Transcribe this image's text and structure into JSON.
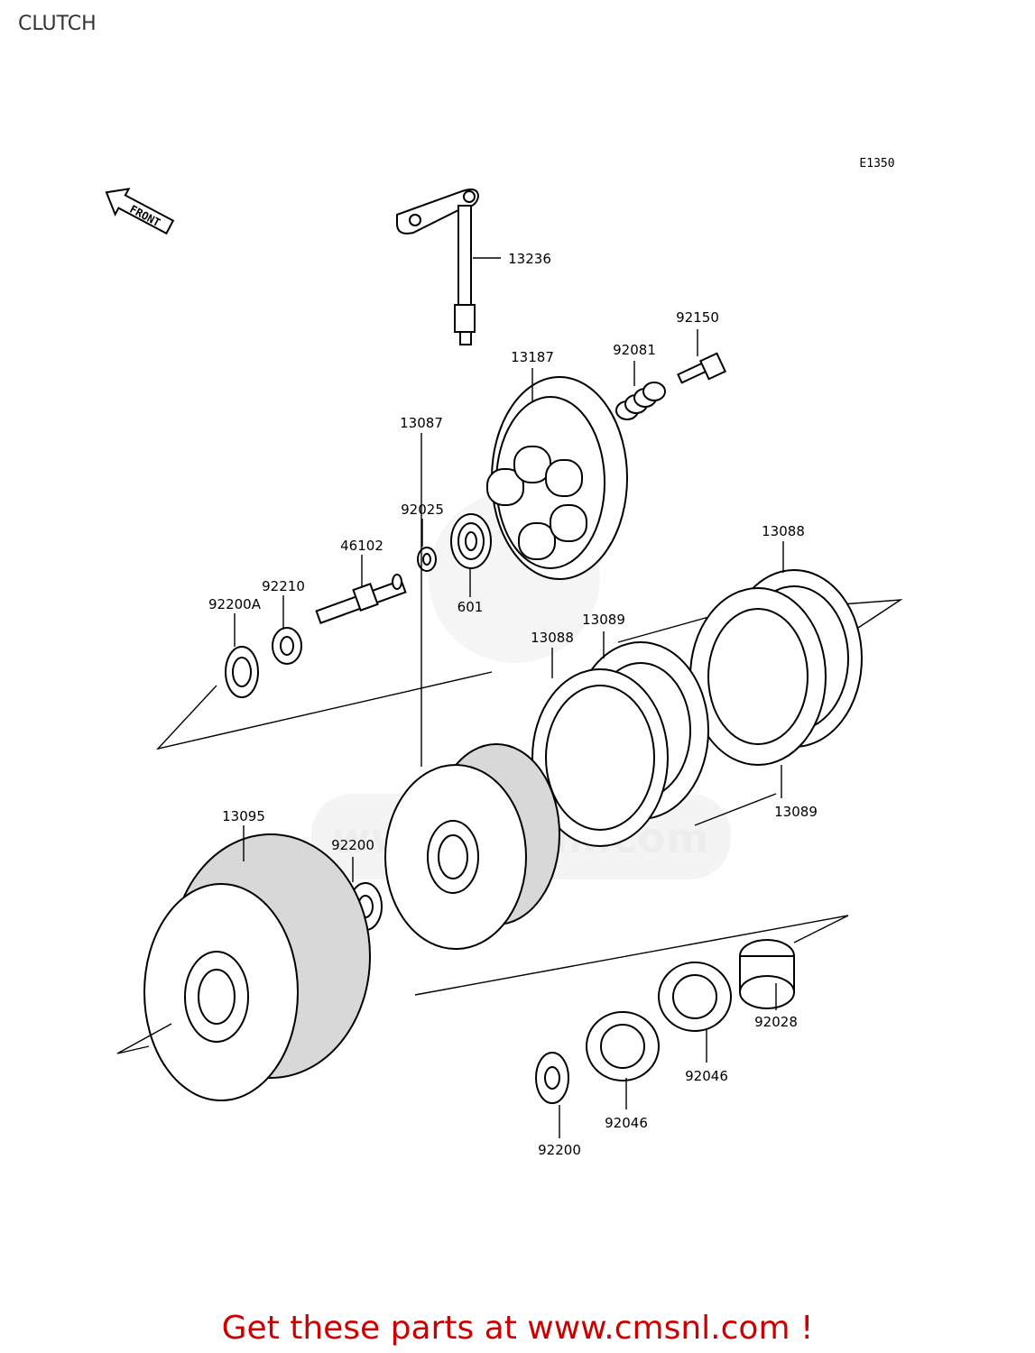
{
  "title": "CLUTCH",
  "diagram_code": "E1350",
  "front_label": "FRONT",
  "footer": "Get these parts at www.cmsnl.com !",
  "watermark": "www.cmsnl.com",
  "labels": {
    "p13236": "13236",
    "p92150": "92150",
    "p92081": "92081",
    "p13187": "13187",
    "p92025": "92025",
    "p46102": "46102",
    "p92210": "92210",
    "p92200A": "92200A",
    "p601": "601",
    "p13088_top": "13088",
    "p13089_top": "13089",
    "p13088_mid": "13088",
    "p13087": "13087",
    "p13089_bot": "13089",
    "p13095": "13095",
    "p92200_mid": "92200",
    "p92028": "92028",
    "p92046_right": "92046",
    "p92046_left": "92046",
    "p92200_bot": "92200"
  },
  "colors": {
    "footer": "#cc0000",
    "watermark": "#e6e6e6",
    "line": "#000000"
  }
}
